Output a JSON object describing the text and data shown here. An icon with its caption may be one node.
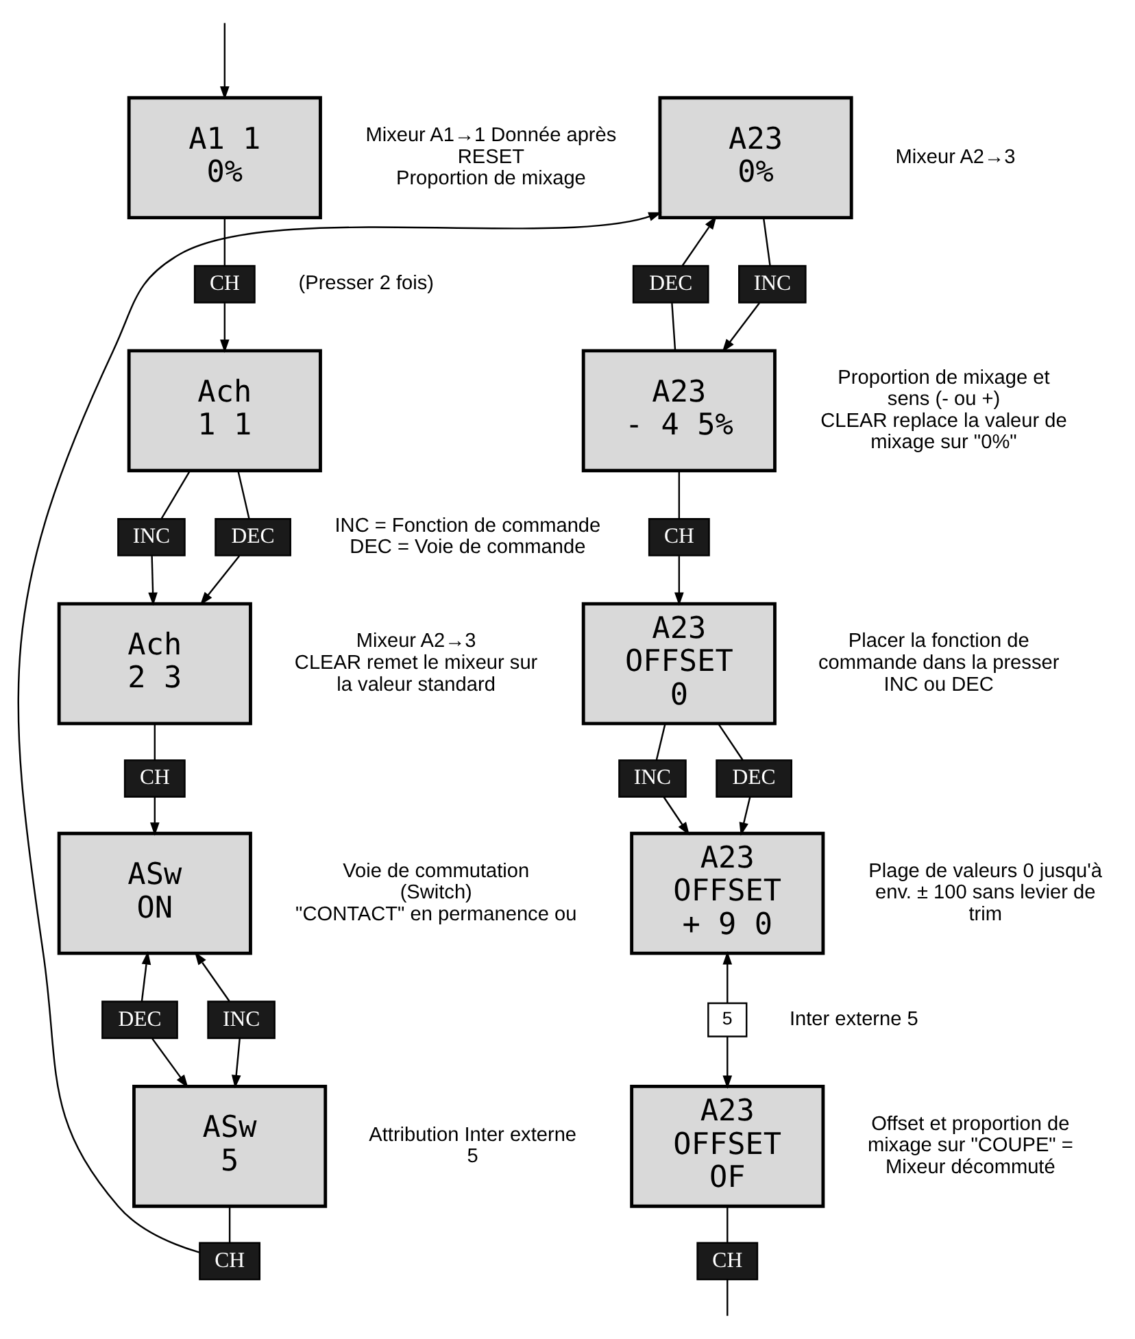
{
  "diagram": {
    "nodes": [
      {
        "text": [
          "A1 1",
          "0%"
        ],
        "beside": [
          "Mixeur A1→1 Donnée après RESET",
          "Proportion de mixage"
        ]
      },
      {
        "text": [
          "CH"
        ],
        "beside": [
          "(Presser 2 fois)"
        ]
      },
      {
        "text": [
          "Ach",
          "1 1"
        ]
      },
      {
        "text": [
          "INC"
        ]
      },
      {
        "text": [
          "DEC"
        ]
      },
      {
        "text": [
          "Ach",
          "2 3"
        ],
        "beside": [
          "Mixeur A2→3",
          "CLEAR remet le mixeur sur la valeur standard"
        ]
      },
      {
        "text": [
          "CH"
        ]
      },
      {
        "text": [
          "ASw",
          "ON"
        ],
        "beside": [
          "Voie de commutation (Switch)",
          "\"CONTACT\" en permanence ou"
        ]
      },
      {
        "text": [
          "INC"
        ]
      },
      {
        "text": [
          "DEC"
        ]
      },
      {
        "text": [
          "ASw",
          "5"
        ],
        "beside": [
          "Attribution Inter externe 5"
        ]
      },
      {
        "text": [
          "CH"
        ]
      },
      {
        "text": [
          "A23",
          "0%"
        ],
        "beside": [
          "Mixeur A2→3"
        ]
      },
      {
        "text": [
          "INC"
        ]
      },
      {
        "text": [
          "DEC"
        ]
      },
      {
        "text": [
          "A23",
          "- 4 5%"
        ],
        "beside": [
          "Proportion de mixage et sens (- ou +)",
          "CLEAR replace la valeur de mixage sur \"0%\""
        ]
      },
      {
        "text": [
          "CH"
        ]
      },
      {
        "text": [
          "A23",
          "OFFSET",
          "0"
        ],
        "beside": [
          "Placer la fonction de commande dans la presser INC ou DEC"
        ]
      },
      {
        "text": [
          "INC"
        ]
      },
      {
        "text": [
          "DEC"
        ]
      },
      {
        "text": [
          "A23",
          "OFFSET",
          "+ 9 0"
        ],
        "beside": [
          "Plage de valeurs 0 jusqu'à env. ± 100 sans levier de trim"
        ]
      },
      {
        "text": [
          "5"
        ],
        "beside": [
          "Inter externe 5"
        ]
      },
      {
        "text": [
          "A23",
          "OFFSET",
          "OF"
        ],
        "beside": [
          "Offset et proportion de mixage sur \"COUPE\" = Mixeur décommuté"
        ]
      },
      {
        "text": [
          "CH"
        ]
      }
    ],
    "edges": [
      {
        "from": null,
        "to": 0,
        "arrow": "to"
      },
      {
        "from": 0,
        "to": 1,
        "arrow": "none"
      },
      {
        "from": 1,
        "to": 2,
        "arrow": "to"
      },
      {
        "from": 2,
        "to": 3,
        "arrow": "none"
      },
      {
        "from": 3,
        "to": 5,
        "arrow": "to"
      },
      {
        "from": 2,
        "to": 4,
        "arrow": "none"
      },
      {
        "from": 4,
        "to": 5,
        "arrow": "to"
      },
      {
        "from": 5,
        "to": 6,
        "arrow": "none"
      },
      {
        "from": 6,
        "to": 7,
        "arrow": "to"
      },
      {
        "from": 8,
        "to": 7,
        "arrow": "to"
      },
      {
        "from": 8,
        "to": 10,
        "arrow": "to"
      },
      {
        "from": 9,
        "to": 7,
        "arrow": "to"
      },
      {
        "from": 9,
        "to": 10,
        "arrow": "to"
      },
      {
        "from": 10,
        "to": 11,
        "arrow": "none"
      },
      {
        "from": 11,
        "to": 12,
        "arrow": "to"
      },
      {
        "from": 12,
        "to": 13,
        "arrow": "none"
      },
      {
        "from": 13,
        "to": 15,
        "arrow": "to"
      },
      {
        "from": 15,
        "to": 14,
        "arrow": "none"
      },
      {
        "from": 14,
        "to": 12,
        "arrow": "to"
      },
      {
        "from": 15,
        "to": 16,
        "arrow": "none"
      },
      {
        "from": 16,
        "to": 17,
        "arrow": "to"
      },
      {
        "from": 17,
        "to": 18,
        "arrow": "none"
      },
      {
        "from": 18,
        "to": 20,
        "arrow": "to"
      },
      {
        "from": 17,
        "to": 19,
        "arrow": "none"
      },
      {
        "from": 19,
        "to": 20,
        "arrow": "to"
      },
      {
        "from": 21,
        "to": 20,
        "arrow": "to"
      },
      {
        "from": 21,
        "to": 22,
        "arrow": "to"
      },
      {
        "from": 22,
        "to": 23,
        "arrow": "none"
      },
      {
        "from": 23,
        "to": null,
        "arrow": "none"
      }
    ],
    "labels": [
      "INC = Fonction de commande",
      "DEC = Voie de commande"
    ]
  }
}
